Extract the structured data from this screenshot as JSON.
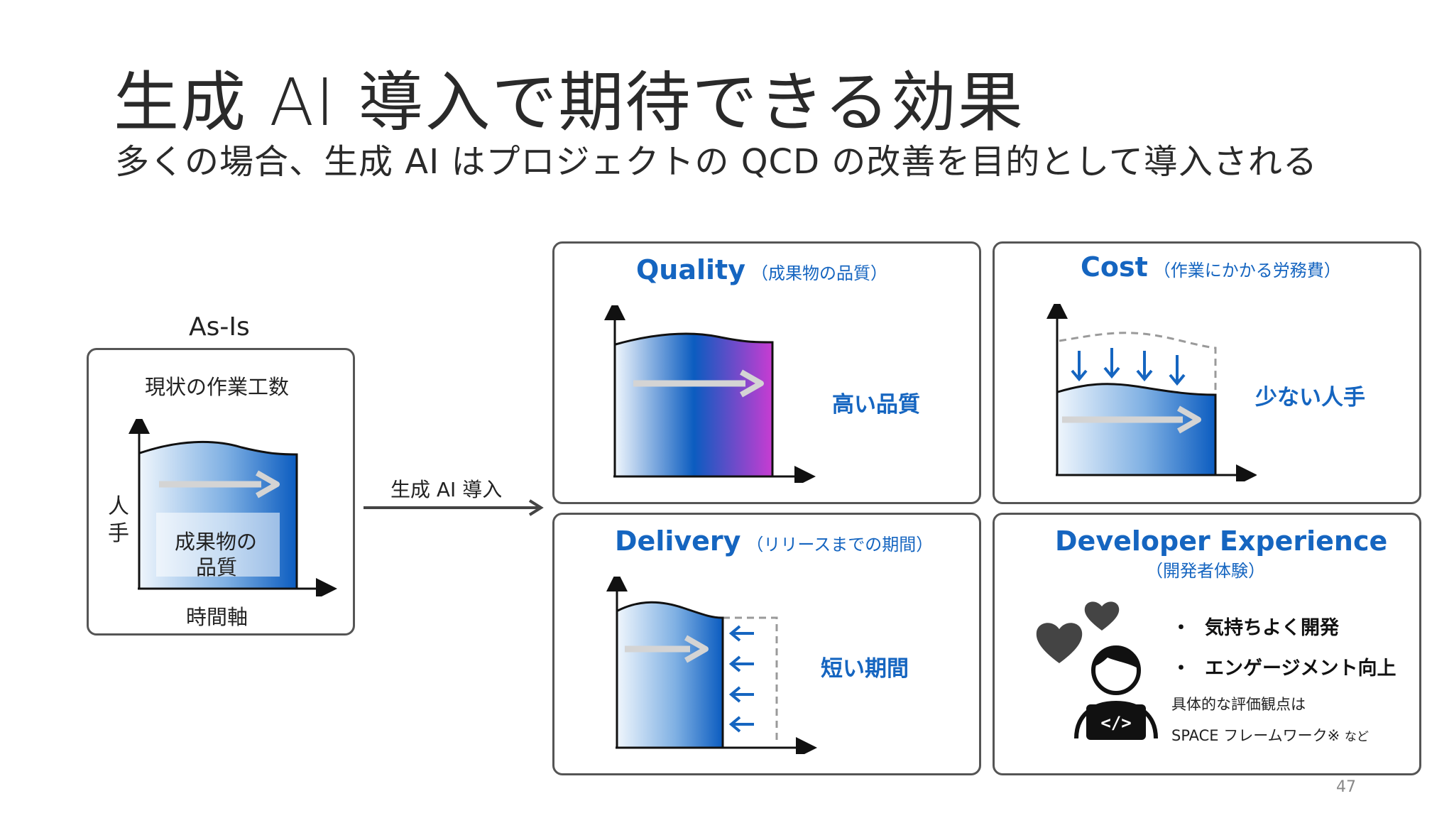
{
  "slide": {
    "title": "生成 AI 導入で期待できる効果",
    "subtitle": "多くの場合、生成 AI はプロジェクトの QCD の改善を目的として導入される",
    "page_number": "47"
  },
  "as_is": {
    "heading": "As-Is",
    "box_title": "現状の作業工数",
    "y_axis_label_1": "人",
    "y_axis_label_2": "手",
    "inner_label_1": "成果物の",
    "inner_label_2": "品質",
    "x_axis_label": "時間軸"
  },
  "transition": {
    "label": "生成 AI 導入"
  },
  "quality": {
    "title": "Quality",
    "subtitle": "（成果物の品質）",
    "result": "高い品質"
  },
  "cost": {
    "title": "Cost",
    "subtitle": "（作業にかかる労務費）",
    "result": "少ない人手"
  },
  "delivery": {
    "title": "Delivery",
    "subtitle": "（リリースまでの期間）",
    "result": "短い期間"
  },
  "devex": {
    "title": "Developer Experience",
    "subtitle": "（開発者体験）",
    "bullet_1": "気持ちよく開発",
    "bullet_2": "エンゲージメント向上",
    "bullet_marker": "・",
    "note_1": "具体的な評価観点は",
    "note_2": "SPACE フレームワーク※",
    "note_3": "など",
    "code_icon_text": "</>"
  },
  "colors": {
    "accent_blue": "#1565c0",
    "gradient_light": "#e8f1fb",
    "gradient_dark": "#0b5cc0",
    "gradient_magenta": "#c83cd2",
    "border": "#555555",
    "arrow_gray": "#d4d4d4"
  }
}
